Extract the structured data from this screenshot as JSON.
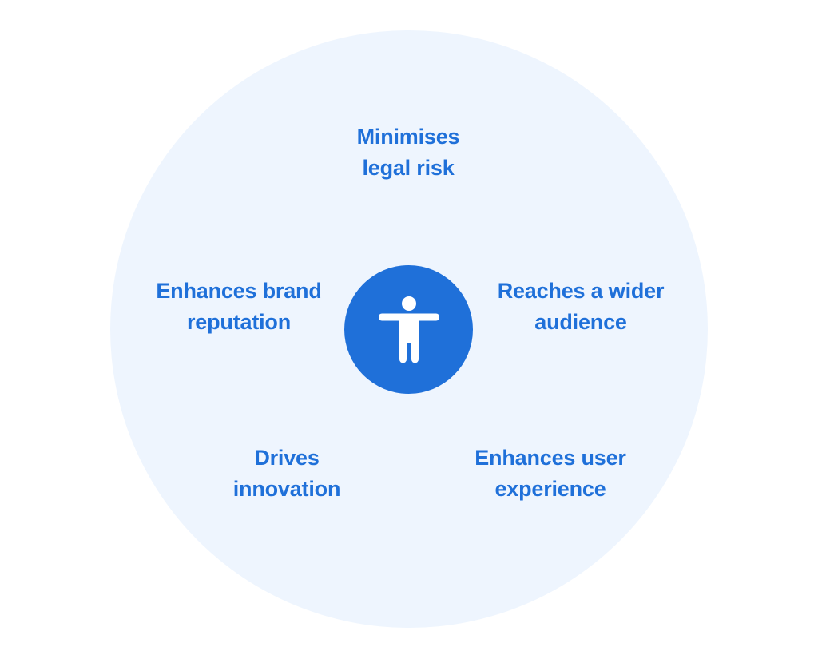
{
  "center": {
    "icon": "accessibility-person-icon"
  },
  "benefits": [
    {
      "lines": [
        "Minimises",
        "legal risk"
      ]
    },
    {
      "lines": [
        "Enhances brand",
        "reputation"
      ]
    },
    {
      "lines": [
        "Reaches a wider",
        "audience"
      ]
    },
    {
      "lines": [
        "Drives",
        "innovation"
      ]
    },
    {
      "lines": [
        "Enhances user",
        "experience"
      ]
    }
  ],
  "colors": {
    "accent": "#1f70d9",
    "circle_background": "#eef5fe",
    "page_background": "#ffffff",
    "icon": "#ffffff"
  }
}
